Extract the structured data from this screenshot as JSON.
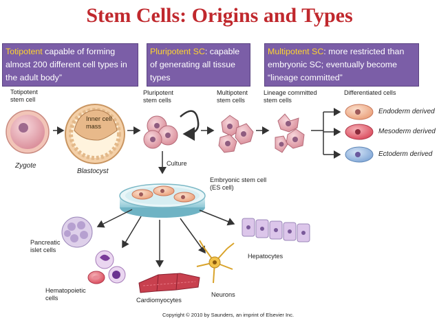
{
  "title": "Stem Cells:  Origins and Types",
  "callouts": {
    "totipotent": {
      "term": "Totipotent",
      "rest": " capable of forming almost 200 different cell types in the adult body”"
    },
    "pluripotent": {
      "term": "Pluripotent SC",
      "rest": ": capable of generating all tissue types"
    },
    "multipotent": {
      "term": "Multipotent SC",
      "rest": ": more restricted than embryonic SC; eventually become “lineage committed”"
    }
  },
  "labels": {
    "totipotent_stem_cell": "Totipotent stem cell",
    "zygote": "Zygote",
    "inner_cell_mass": "Inner cell mass",
    "blastocyst": "Blastocyst",
    "pluripotent_stem_cells": "Pluripotent stem cells",
    "multipotent_stem_cells": "Multipotent stem cells",
    "lineage_committed": "Lineage committed stem cells",
    "differentiated_cells": "Differentiated cells",
    "endoderm": "Endoderm derived",
    "mesoderm": "Mesoderm derived",
    "ectoderm": "Ectoderm derived",
    "culture": "Culture",
    "es_cell": "Embryonic stem cell (ES cell)",
    "pancreatic": "Pancreatic islet cells",
    "hematopoietic": "Hematopoietic cells",
    "cardiomyocytes": "Cardiomyocytes",
    "neurons": "Neurons",
    "hepatocytes": "Hepatocytes"
  },
  "copyright": "Copyright © 2010 by Saunders, an imprint of Elsevier Inc.",
  "colors": {
    "title": "#c0282d",
    "callout_bg": "#7b5ea7",
    "callout_highlight": "#ffd52e"
  }
}
